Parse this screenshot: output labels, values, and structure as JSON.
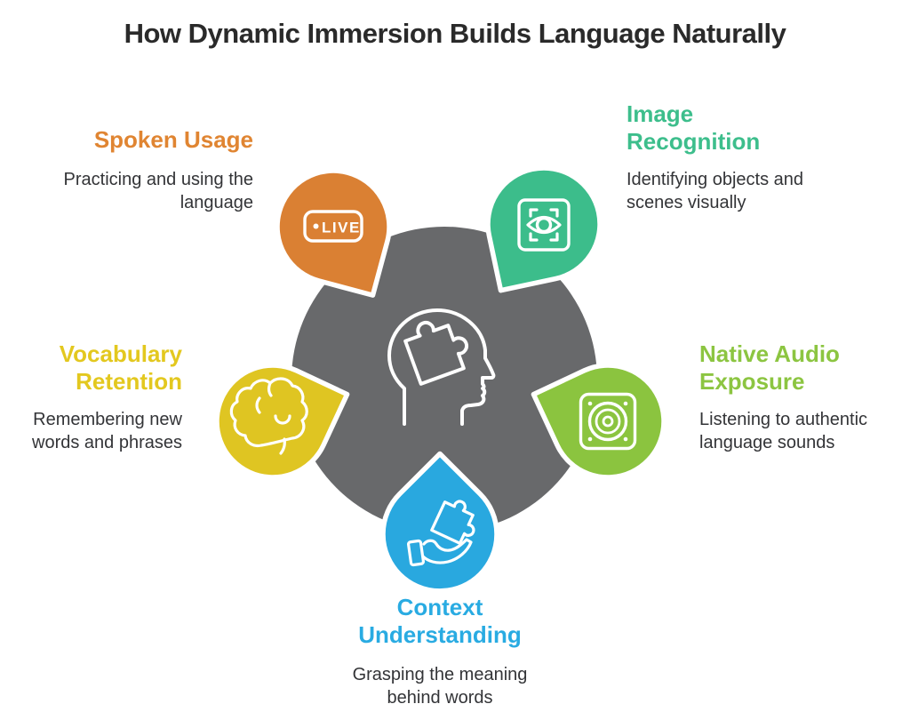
{
  "title": "How Dynamic Immersion Builds Language Naturally",
  "center_icon": "head-with-puzzle-brain-icon",
  "colors": {
    "hub_gray": "#68696B",
    "orange": "#DA8033",
    "green": "#3CBD8B",
    "yellow": "#DFC522",
    "light_green": "#8BC43F",
    "blue": "#29A8DF",
    "heading_orange": "#E08532",
    "heading_green": "#3DBE8C",
    "heading_yellow": "#E3C81F",
    "heading_light_green": "#8CC541",
    "heading_blue": "#29ABE2",
    "description_text": "#333437",
    "title_text": "#2A2A2A"
  },
  "petals": [
    {
      "id": "spoken-usage",
      "heading": "Spoken Usage",
      "description": "Practicing and using the\nlanguage",
      "color": "#DA8033",
      "icon": "live-badge-icon",
      "icon_label": "LIVE"
    },
    {
      "id": "image-recognition",
      "heading": "Image\nRecognition",
      "description": "Identifying objects and\nscenes visually",
      "color": "#3CBD8B",
      "icon": "eye-scan-icon"
    },
    {
      "id": "vocabulary-retention",
      "heading": "Vocabulary\nRetention",
      "description": "Remembering new\nwords and phrases",
      "color": "#DFC522",
      "icon": "brain-icon"
    },
    {
      "id": "native-audio-exposure",
      "heading": "Native Audio\nExposure",
      "description": "Listening to authentic\nlanguage sounds",
      "color": "#8BC43F",
      "icon": "speaker-icon"
    },
    {
      "id": "context-understanding",
      "heading": "Context\nUnderstanding",
      "description": "Grasping the meaning\nbehind words",
      "color": "#29A8DF",
      "icon": "hand-holding-puzzle-icon"
    }
  ]
}
